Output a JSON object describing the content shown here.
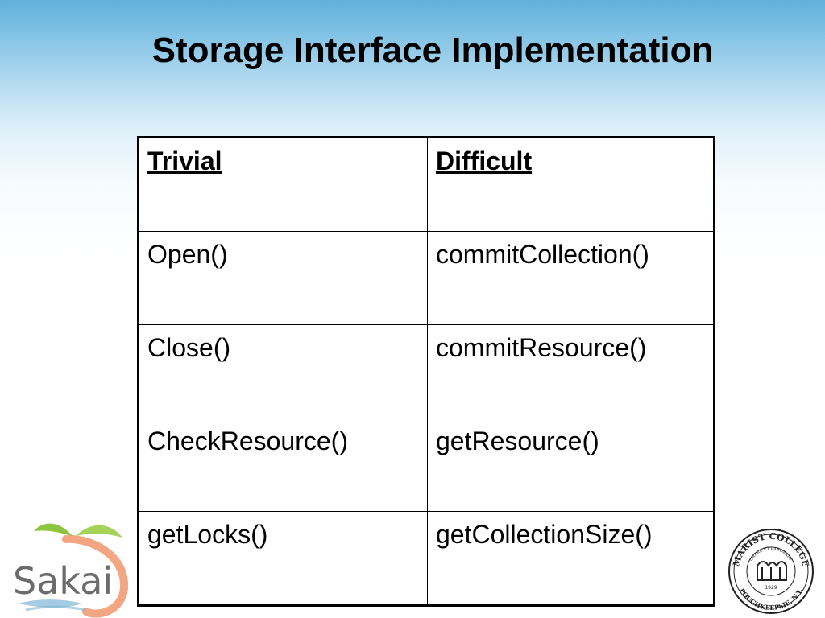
{
  "slide": {
    "title": "Storage Interface Implementation"
  },
  "table": {
    "headers": [
      "Trivial",
      "Difficult"
    ],
    "rows": [
      [
        "Open()",
        "commitCollection()"
      ],
      [
        "Close()",
        "commitResource()"
      ],
      [
        "CheckResource()",
        "getResource()"
      ],
      [
        "getLocks()",
        "getCollectionSize()"
      ]
    ]
  },
  "logos": {
    "sakai": {
      "icon": "sakai-logo-icon",
      "text": "Sakai"
    },
    "marist": {
      "icon": "marist-college-seal-icon",
      "top_text": "MARIST COLLEGE",
      "motto": "ORARE ET LABORARE",
      "year": "1929",
      "bottom_text": "POUGHKEEPSIE, N.Y."
    }
  },
  "colors": {
    "background_top": "#5fb1dc",
    "background_bottom": "#ffffff",
    "text": "#000000",
    "sakai_leaf": "#8cc63f",
    "sakai_peach": "#f4a582"
  }
}
